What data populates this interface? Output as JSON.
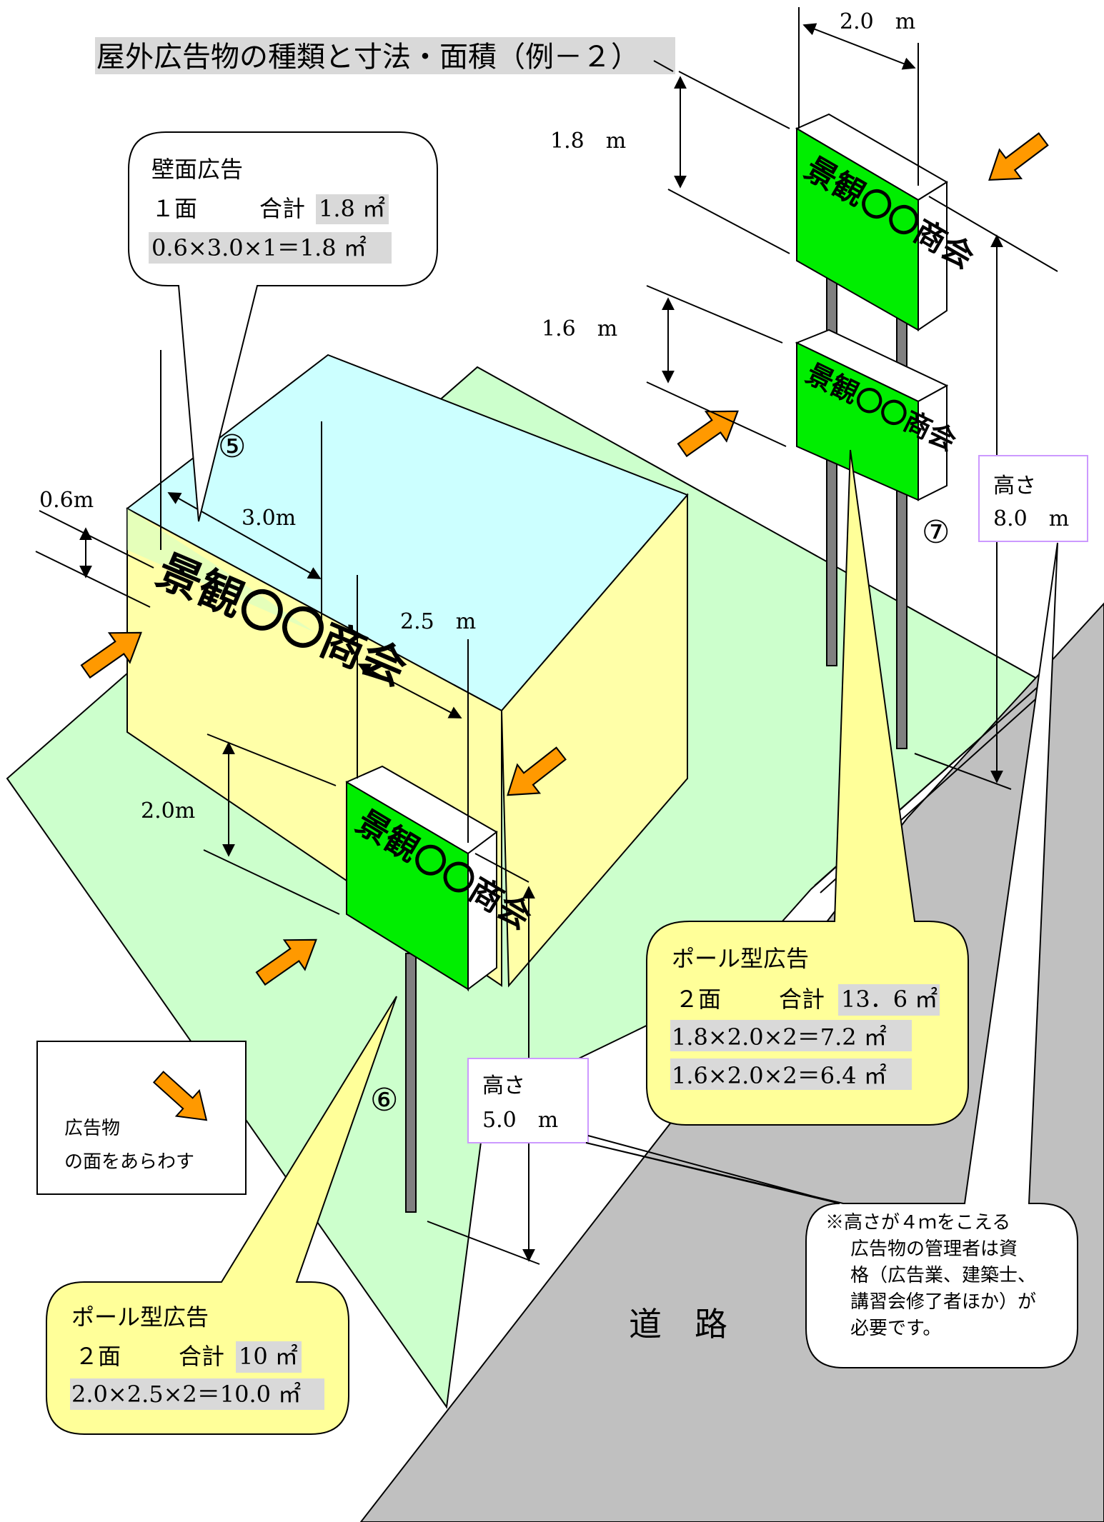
{
  "title": "屋外広告物の種類と寸法・面積（例－２）",
  "sign_text": "景観〇〇商会",
  "road_label": "道　路",
  "colors": {
    "ground": "#ccffcc",
    "building_top": "#ccffff",
    "building_wall": "#ffffa8",
    "sign_face": "#00ee00",
    "road": "#c0c0c0",
    "arrow": "#ff9900",
    "callout_yellow": "#ffff99",
    "highlight": "#d9d9d9",
    "box_border": "#cc99ff"
  },
  "callouts": {
    "wall": {
      "title": "壁面広告",
      "faces": "１面",
      "total_label": "合計",
      "total_value": "1.8 ㎡",
      "formula": "0.6×3.0×1＝1.8 ㎡"
    },
    "pole7": {
      "title": "ポール型広告",
      "faces": "２面",
      "total_label": "合計",
      "total_value": "13．6 ㎡",
      "formula1": "1.8×2.0×2＝7.2 ㎡",
      "formula2": "1.6×2.0×2＝6.4 ㎡"
    },
    "pole6": {
      "title": "ポール型広告",
      "faces": "２面",
      "total_label": "合計",
      "total_value": "10 ㎡",
      "formula": "2.0×2.5×2＝10.0 ㎡"
    },
    "note": {
      "lines": [
        "※高さが４ｍをこえる",
        "広告物の管理者は資",
        "格（広告業、建築士、",
        "講習会修了者ほか）が",
        "必要です。"
      ]
    }
  },
  "dimensions": {
    "top_width": "2.0　m",
    "upper_sign_height": "1.8　m",
    "lower_sign_height": "1.6　m",
    "wall_height": "0.6m",
    "wall_width": "3.0m",
    "pole6_width": "2.5　m",
    "pole6_sign_height": "2.0m"
  },
  "height_boxes": {
    "pole7": {
      "label": "高さ",
      "value": "8.0　m"
    },
    "pole6": {
      "label": "高さ",
      "value": "5.0　m"
    }
  },
  "markers": {
    "wall": "⑤",
    "pole6": "⑥",
    "pole7": "⑦"
  },
  "legend": {
    "line1": "広告物",
    "line2": "の面をあらわす",
    "icon": "orange-arrow-icon"
  }
}
